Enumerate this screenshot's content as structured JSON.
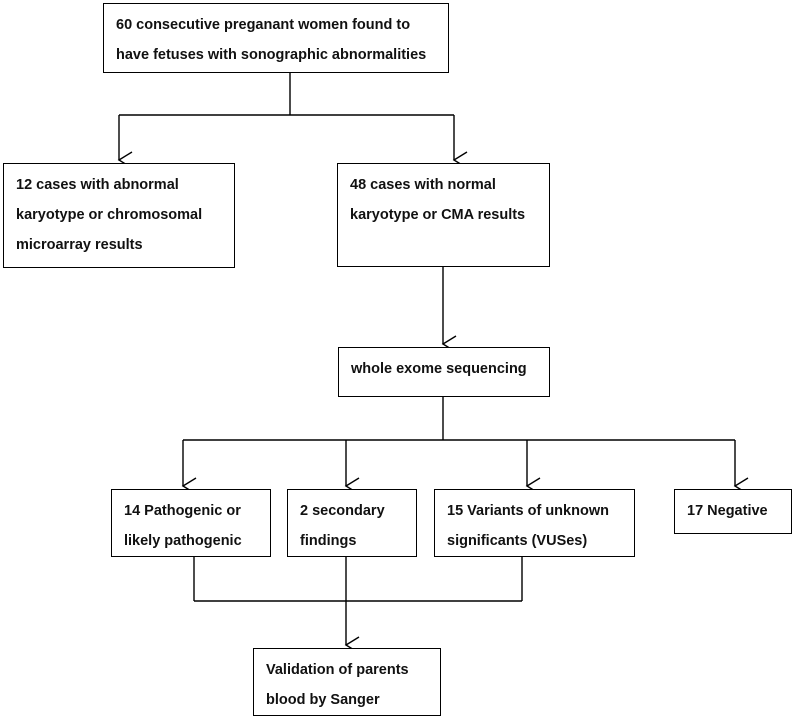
{
  "nodes": {
    "root": [
      "60 consecutive preganant women found to",
      "have fetuses with sonographic abnormalities"
    ],
    "abnormal": [
      "12 cases with abnormal",
      "karyotype or chromosomal",
      "microarray results"
    ],
    "normal": [
      "48 cases with normal",
      "karyotype or CMA results"
    ],
    "wes": [
      "whole exome sequencing"
    ],
    "pathogenic": [
      "14 Pathogenic or",
      "likely pathogenic"
    ],
    "secondary": [
      "2 secondary",
      "findings"
    ],
    "vus": [
      "15 Variants of unknown",
      "significants (VUSes)"
    ],
    "negative": [
      "17 Negative"
    ],
    "validation": [
      "Validation of parents",
      "blood by Sanger"
    ]
  },
  "edges": [
    {
      "from": "root",
      "to": "abnormal"
    },
    {
      "from": "root",
      "to": "normal"
    },
    {
      "from": "normal",
      "to": "wes"
    },
    {
      "from": "wes",
      "to": "pathogenic"
    },
    {
      "from": "wes",
      "to": "secondary"
    },
    {
      "from": "wes",
      "to": "vus"
    },
    {
      "from": "wes",
      "to": "negative"
    },
    {
      "from": "pathogenic",
      "to": "validation"
    },
    {
      "from": "secondary",
      "to": "validation"
    },
    {
      "from": "vus",
      "to": "validation"
    }
  ],
  "colors": {
    "line": "#000000",
    "text": "#111111",
    "background": "#ffffff"
  }
}
